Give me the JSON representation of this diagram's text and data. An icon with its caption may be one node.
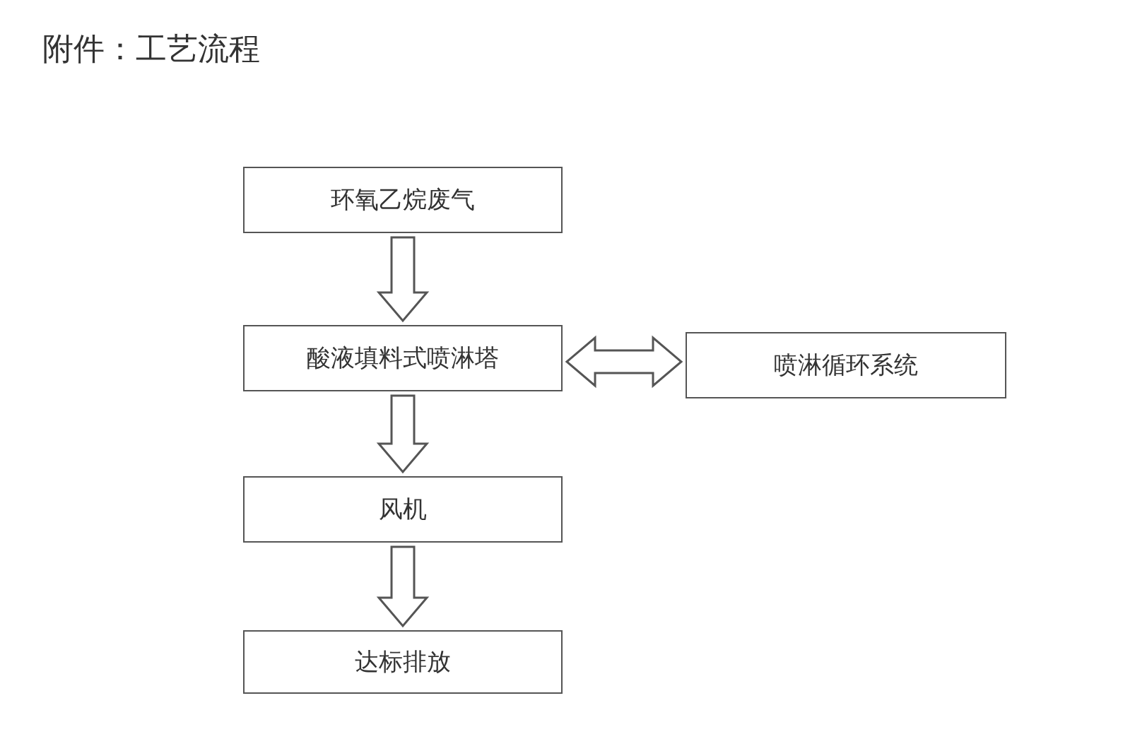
{
  "diagram": {
    "title": "附件：工艺流程",
    "nodes": [
      {
        "text": [
          "环氧乙烷废气"
        ]
      },
      {
        "text": [
          "酸液填料式喷淋塔"
        ]
      },
      {
        "text": [
          "喷淋循环系统"
        ]
      },
      {
        "text": [
          "风机"
        ]
      },
      {
        "text": [
          "达标排放"
        ]
      }
    ],
    "edges": [
      {
        "from": 0,
        "to": 1,
        "arrow": "to"
      },
      {
        "from": 1,
        "to": 2,
        "arrow": "both"
      },
      {
        "from": 1,
        "to": 3,
        "arrow": "to"
      },
      {
        "from": 3,
        "to": 4,
        "arrow": "to"
      }
    ]
  }
}
